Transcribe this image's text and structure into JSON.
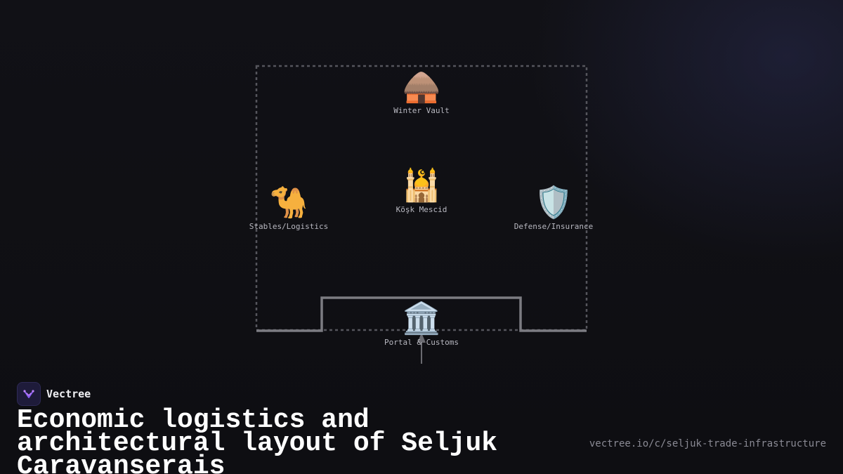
{
  "diagram": {
    "nodes": {
      "winter_vault": {
        "label": "Winter Vault",
        "icon": "yurt-icon",
        "glyph": "🛖"
      },
      "kosk_mescid": {
        "label": "Köşk Mescid",
        "icon": "mosque-icon",
        "glyph": "🕌"
      },
      "stables": {
        "label": "Stables/Logistics",
        "icon": "camel-icon",
        "glyph": "🐪"
      },
      "defense": {
        "label": "Defense/Insurance",
        "icon": "shield-icon",
        "glyph": "🛡️"
      },
      "portal": {
        "label": "Portal & Customs",
        "icon": "classical-building-icon",
        "glyph": "🏛️"
      }
    },
    "colors": {
      "courtyard_border": "#55555c",
      "wall": "#7c7c82",
      "entry_arrow": "#6a6a70"
    }
  },
  "brand": {
    "name": "Vectree",
    "icon": "vectree-logo-icon"
  },
  "title": "Economic logistics and architectural layout of Seljuk Caravanserais",
  "url": "vectree.io/c/seljuk-trade-infrastructure",
  "colors": {
    "background": "#0f0f13",
    "title": "#ffffff",
    "label": "#b8b8c0",
    "url": "#8a8a94",
    "accent": "#8b5cf6"
  }
}
